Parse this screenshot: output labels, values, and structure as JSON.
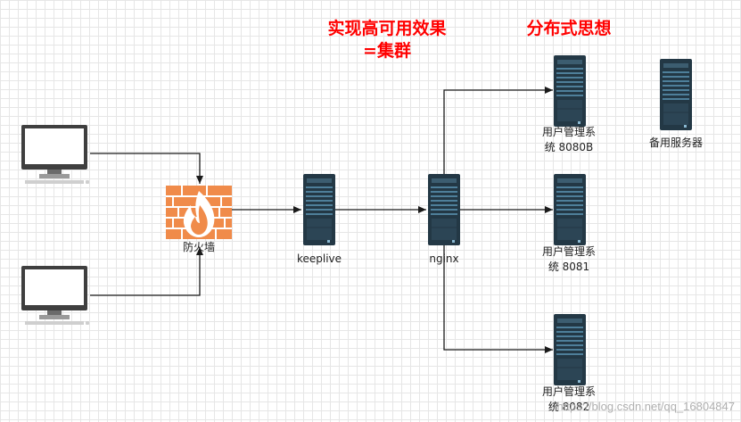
{
  "titles": {
    "ha_line1": "实现高可用效果",
    "ha_line2": "=集群",
    "distributed": "分布式思想"
  },
  "labels": {
    "firewall": "防火墙",
    "keeplive": "keeplive",
    "nginx": "nginx",
    "server_8080b_line1": "用户管理系",
    "server_8080b_line2": "统 8080B",
    "server_8081_line1": "用户管理系",
    "server_8081_line2": "统 8081",
    "server_8082_line1": "用户管理系",
    "server_8082_line2": "统 8082",
    "backup_server": "备用服务器"
  },
  "watermark": "https://blog.csdn.net/qq_16804847",
  "colors": {
    "title_red": "#ff0000",
    "server_dark": "#233845",
    "server_stripe": "#4e7f9a",
    "firewall_orange": "#f08b4a",
    "connector": "#1a1a1a"
  }
}
